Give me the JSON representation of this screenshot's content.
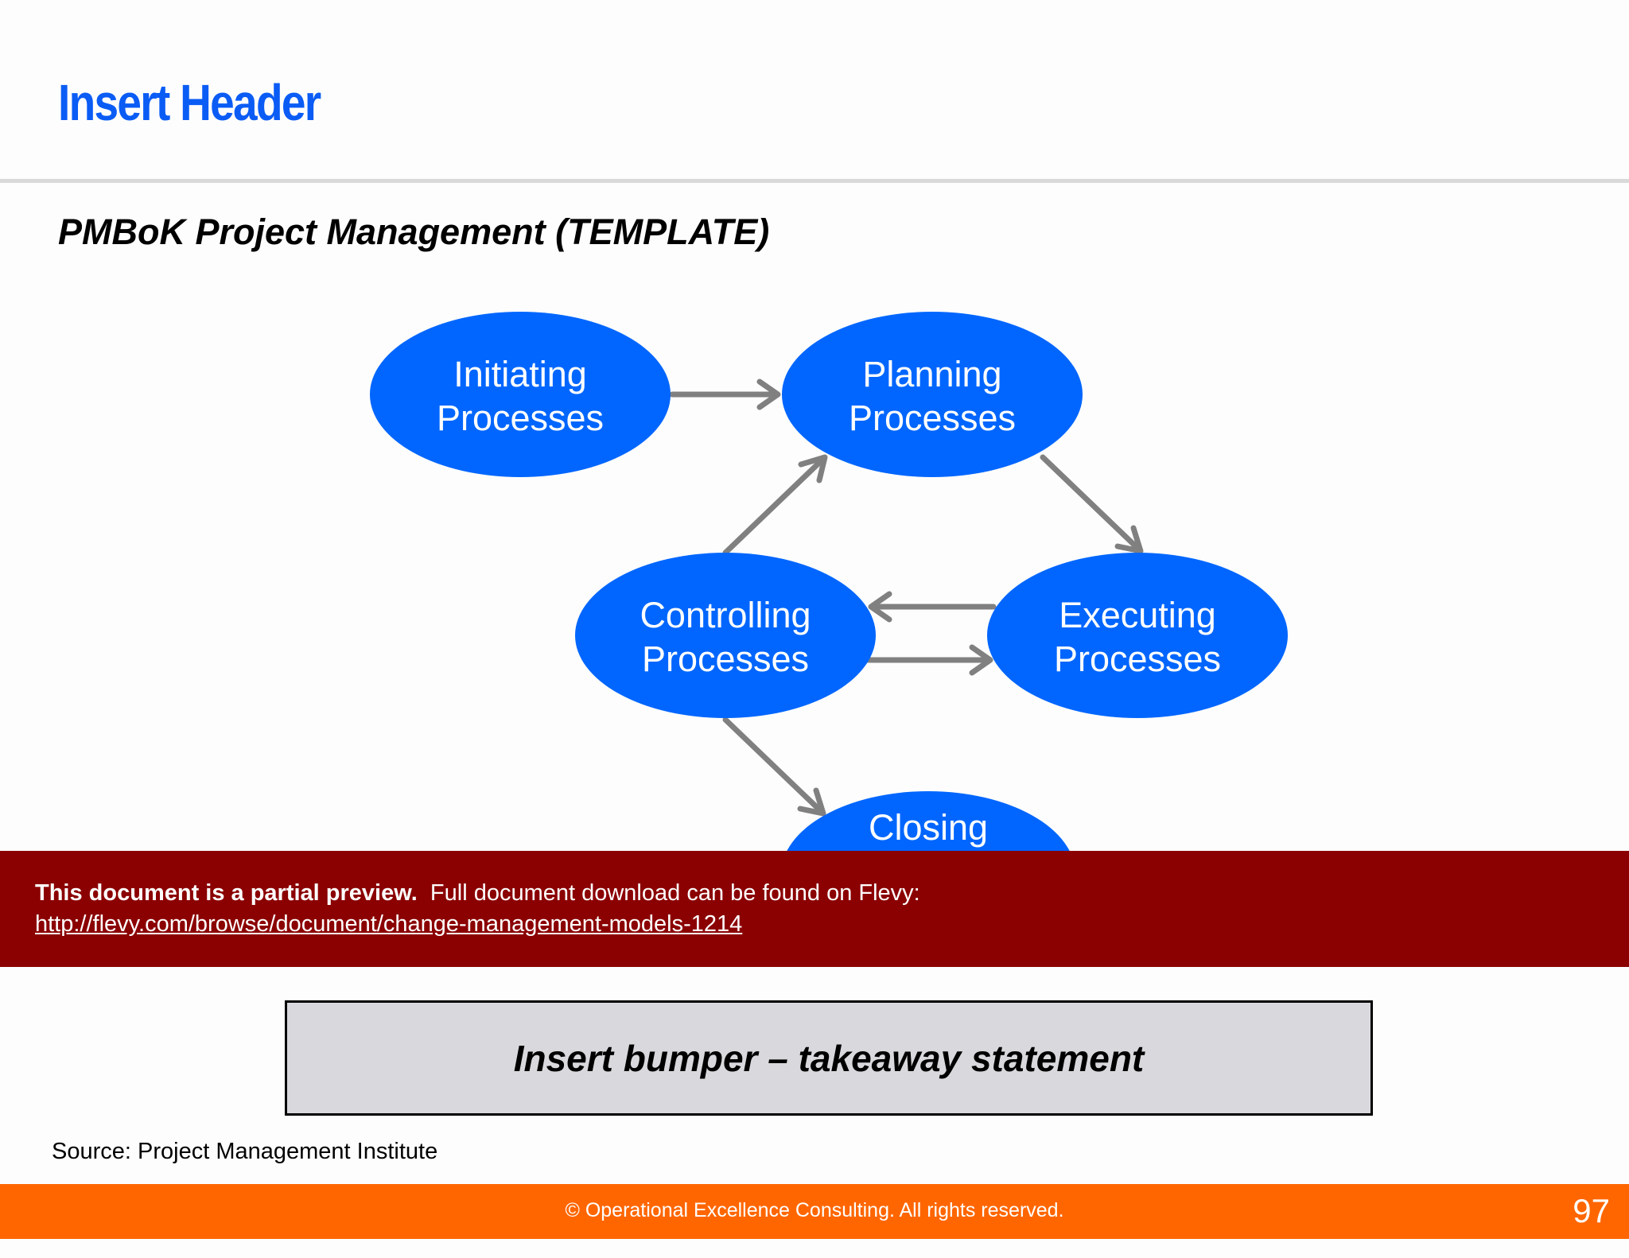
{
  "header": {
    "title": "Insert Header"
  },
  "subtitle": "PMBoK Project Management (TEMPLATE)",
  "diagram": {
    "nodes": [
      {
        "id": "initiating",
        "line1": "Initiating",
        "line2": "Processes"
      },
      {
        "id": "planning",
        "line1": "Planning",
        "line2": "Processes"
      },
      {
        "id": "controlling",
        "line1": "Controlling",
        "line2": "Processes"
      },
      {
        "id": "executing",
        "line1": "Executing",
        "line2": "Processes"
      },
      {
        "id": "closing",
        "line1": "Closing"
      }
    ],
    "edges": [
      {
        "from": "initiating",
        "to": "planning"
      },
      {
        "from": "planning",
        "to": "executing"
      },
      {
        "from": "executing",
        "to": "controlling"
      },
      {
        "from": "controlling",
        "to": "executing"
      },
      {
        "from": "controlling",
        "to": "planning"
      },
      {
        "from": "controlling",
        "to": "closing"
      }
    ],
    "node_color": "#0066ff",
    "arrow_color": "#808080"
  },
  "banner": {
    "bold_text": "This document is a partial preview.",
    "text": "Full document download can be found on Flevy:",
    "link": "http://flevy.com/browse/document/change-management-models-1214",
    "color": "#8b0000"
  },
  "bumper": {
    "text": "Insert bumper – takeaway statement"
  },
  "source": "Source: Project Management Institute",
  "footer": {
    "copyright": "© Operational Excellence Consulting.  All rights reserved.",
    "page_number": "97",
    "color": "#ff6600"
  }
}
